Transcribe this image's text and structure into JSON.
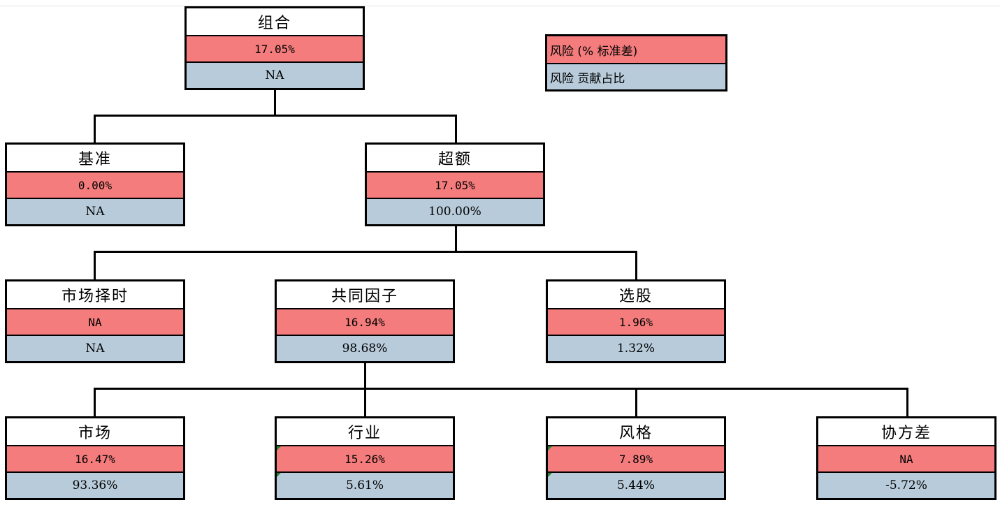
{
  "nodes": {
    "portfolio": {
      "title": "组合",
      "risk": "17.05%",
      "contribution": "NA"
    },
    "benchmark": {
      "title": "基准",
      "risk": "0.00%",
      "contribution": "NA"
    },
    "excess": {
      "title": "超额",
      "risk": "17.05%",
      "contribution": "100.00%"
    },
    "market_timing": {
      "title": "市场择时",
      "risk": "NA",
      "contribution": "NA"
    },
    "common_factors": {
      "title": "共同因子",
      "risk": "16.94%",
      "contribution": "98.68%"
    },
    "stock_selection": {
      "title": "选股",
      "risk": "1.96%",
      "contribution": "1.32%"
    },
    "market": {
      "title": "市场",
      "risk": "16.47%",
      "contribution": "93.36%"
    },
    "industry": {
      "title": "行业",
      "risk": "15.26%",
      "contribution": "5.61%"
    },
    "style": {
      "title": "风格",
      "risk": "7.89%",
      "contribution": "5.44%"
    },
    "covariance": {
      "title": "协方差",
      "risk": "NA",
      "contribution": "-5.72%"
    }
  },
  "legend": {
    "risk_label": "风险 (% 标准差)",
    "contribution_label": "风险 贡献占比"
  },
  "colors": {
    "risk_row": "#f47c7c",
    "contribution_row": "#b8cbda",
    "flag": "#1f8a2c"
  }
}
